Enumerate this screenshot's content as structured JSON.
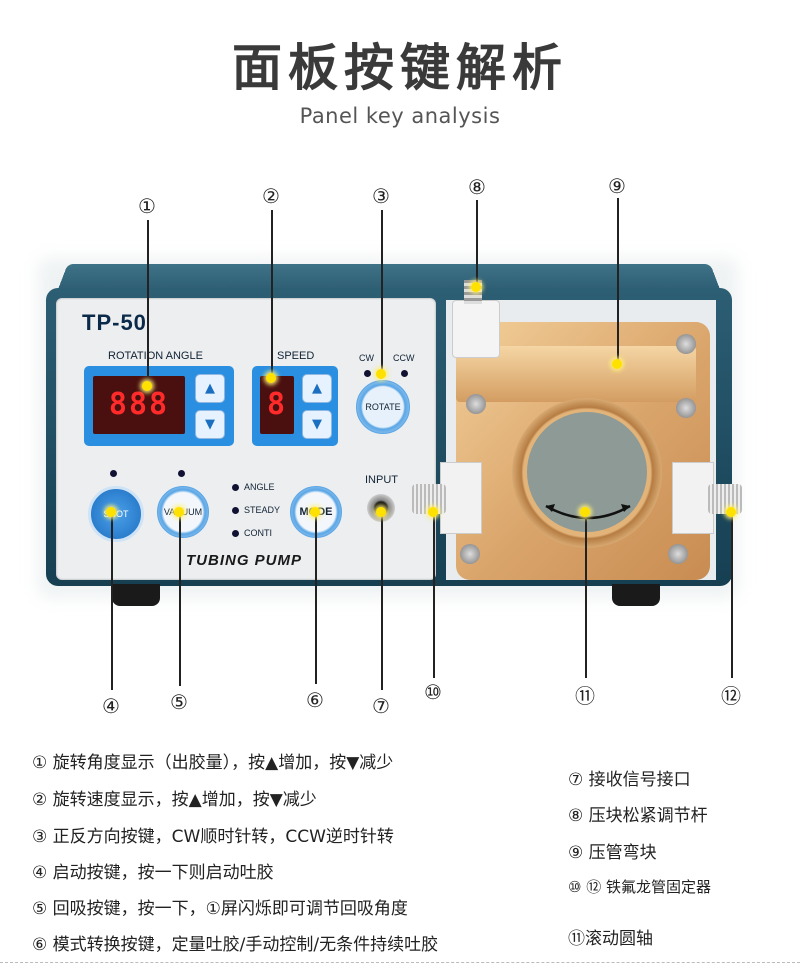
{
  "header": {
    "title": "面板按键解析",
    "subtitle": "Panel key analysis"
  },
  "device": {
    "model": "TP-50",
    "rotation_angle_label": "ROTATION ANGLE",
    "speed_label": "SPEED",
    "angle_display": "888",
    "speed_display": "8",
    "cw_label": "CW",
    "ccw_label": "CCW",
    "rotate_label": "ROTATE",
    "shot_label": "SHOT",
    "vacuum_label": "VACUUM",
    "mode_label": "MODE",
    "mode_options": [
      "ANGLE",
      "STEADY",
      "CONTI"
    ],
    "input_label": "INPUT",
    "brand_label": "TUBING PUMP",
    "up_icon": "▲",
    "down_icon": "▼"
  },
  "callouts": [
    "①",
    "②",
    "③",
    "④",
    "⑤",
    "⑥",
    "⑦",
    "⑧",
    "⑨",
    "⑩",
    "⑪",
    "⑫"
  ],
  "descriptions_left": [
    "① 旋转角度显示（出胶量），按▲增加，按▼减少",
    "② 旋转速度显示，按▲增加，按▼减少",
    "③ 正反方向按键，CW顺时针转，CCW逆时针转",
    "④ 启动按键，按一下则启动吐胶",
    "⑤ 回吸按键，按一下，①屏闪烁即可调节回吸角度",
    "⑥ 模式转换按键，定量吐胶/手动控制/无条件持续吐胶"
  ],
  "descriptions_right": [
    "⑦ 接收信号接口",
    "⑧ 压块松紧调节杆",
    "⑨ 压管弯块",
    "⑩ ⑫ 铁氟龙管固定器",
    "⑪滚动圆轴"
  ],
  "colors": {
    "accent_blue": "#2a8fe0",
    "case": "#1f4d62",
    "lcd_red": "#ff2a2a",
    "highlight": "#ffe100"
  }
}
